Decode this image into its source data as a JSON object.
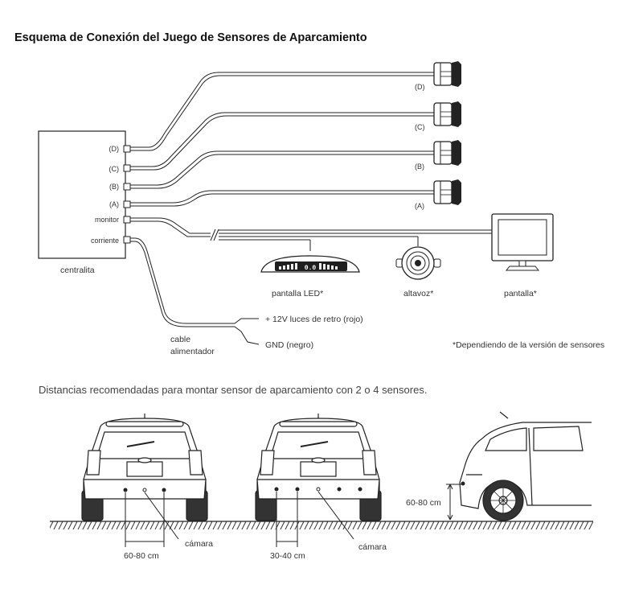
{
  "title": "Esquema de Conexión del Juego de Sensores de Aparcamiento",
  "control_unit": {
    "label": "centralita",
    "ports": [
      "(D)",
      "(C)",
      "(B)",
      "(A)",
      "monitor",
      "corriente"
    ]
  },
  "sensors": [
    "(D)",
    "(C)",
    "(B)",
    "(A)"
  ],
  "devices": {
    "led_display": "pantalla LED*",
    "led_value": "0.0",
    "speaker": "altavoz*",
    "screen": "pantalla*"
  },
  "power": {
    "cable_label_1": "cable",
    "cable_label_2": "alimentador",
    "wire_red": "+ 12V luces de retro (rojo)",
    "wire_black": "GND (negro)"
  },
  "footnote": "*Dependiendo de la versión de sensores",
  "subtitle": "Distancias recomendadas para montar sensor de aparcamiento con 2 o 4 sensores.",
  "car1": {
    "camera": "cámara",
    "distance": "60-80 cm"
  },
  "car2": {
    "camera": "cámara",
    "distance": "30-40 cm"
  },
  "car3": {
    "height": "60-80 cm"
  }
}
